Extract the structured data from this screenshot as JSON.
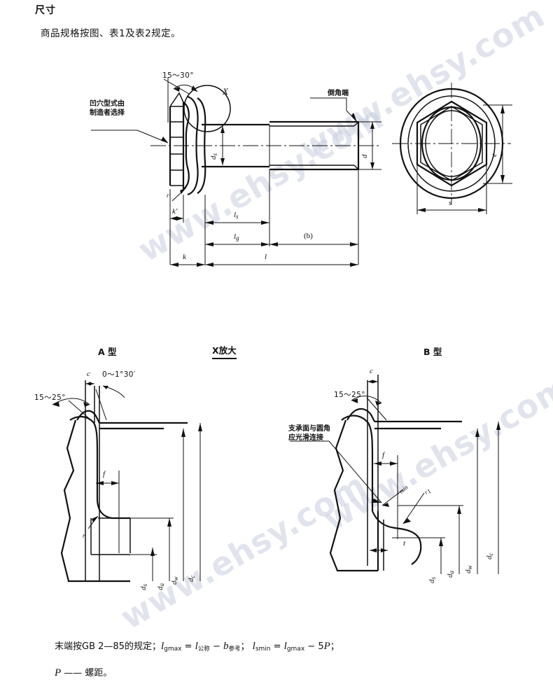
{
  "document": {
    "section_title": "尺寸",
    "intro": "商品规格按图、表1及表2规定。"
  },
  "watermark": {
    "text": "www.ehsy.com"
  },
  "main_view": {
    "name": "hex-flange-bolt-elevation",
    "labels": {
      "head_angle": "15～30°",
      "recess_note_line1": "凹穴型式由",
      "recess_note_line2": "制造者选择",
      "detail_marker": "X",
      "chamfer_note": "倒角端",
      "shank_dia": "d",
      "shank_dia_sub": "s",
      "thread_dia": "d",
      "radius": "r",
      "dim_k_prime": "k′",
      "dim_k": "k",
      "dim_ls": "l",
      "dim_ls_sub": "s",
      "dim_lg": "l",
      "dim_lg_sub": "g",
      "dim_b": "(b)",
      "dim_l": "l"
    }
  },
  "end_view": {
    "name": "hex-flange-bolt-end-view",
    "labels": {
      "across_corners": "e",
      "across_flats": "s"
    }
  },
  "detail_views": {
    "caption_a": "A 型",
    "caption_x": "X放大",
    "caption_b": "B 型",
    "type_a": {
      "dim_c": "c",
      "angle_taper": "0～1°30′",
      "angle_flange": "15～25°",
      "dim_f": "f",
      "radius": "r",
      "dia_s": "d",
      "dia_s_sub": "s",
      "dia_a": "d",
      "dia_a_sub": "a",
      "dia_w": "d",
      "dia_w_sub": "w",
      "dia_c": "d",
      "dia_c_sub": "c"
    },
    "type_b": {
      "dim_c": "c",
      "angle_flange": "15～25°",
      "note_line1": "支承面与圆角",
      "note_line2": "应光滑连接",
      "dim_f": "f",
      "radius_min": "r",
      "radius_min_sub": "min",
      "radius_1": "r",
      "radius_1_sub": "1",
      "dim_t": "t",
      "dia_s": "d",
      "dia_s_sub": "s",
      "dia_a": "d",
      "dia_a_sub": "a",
      "dia_w": "d",
      "dia_w_sub": "w",
      "dia_c": "d",
      "dia_c_sub": "c"
    }
  },
  "footnotes": {
    "line1_a": "末端按GB 2—85的规定；",
    "line1_b": "l",
    "line1_b_sub": "gmax",
    "line1_c": " = ",
    "line1_d": "l",
    "line1_d_sub": "公称",
    "line1_e": " − ",
    "line1_f": "b",
    "line1_f_sub": "参考",
    "line1_g": "；  ",
    "line1_h": "l",
    "line1_h_sub": "smin",
    "line1_i": " = ",
    "line1_j": "l",
    "line1_j_sub": "gmax",
    "line1_k": " − 5",
    "line1_l": "P",
    "line1_m": "；",
    "line2_a": "P",
    "line2_b": " —— 螺距。"
  }
}
